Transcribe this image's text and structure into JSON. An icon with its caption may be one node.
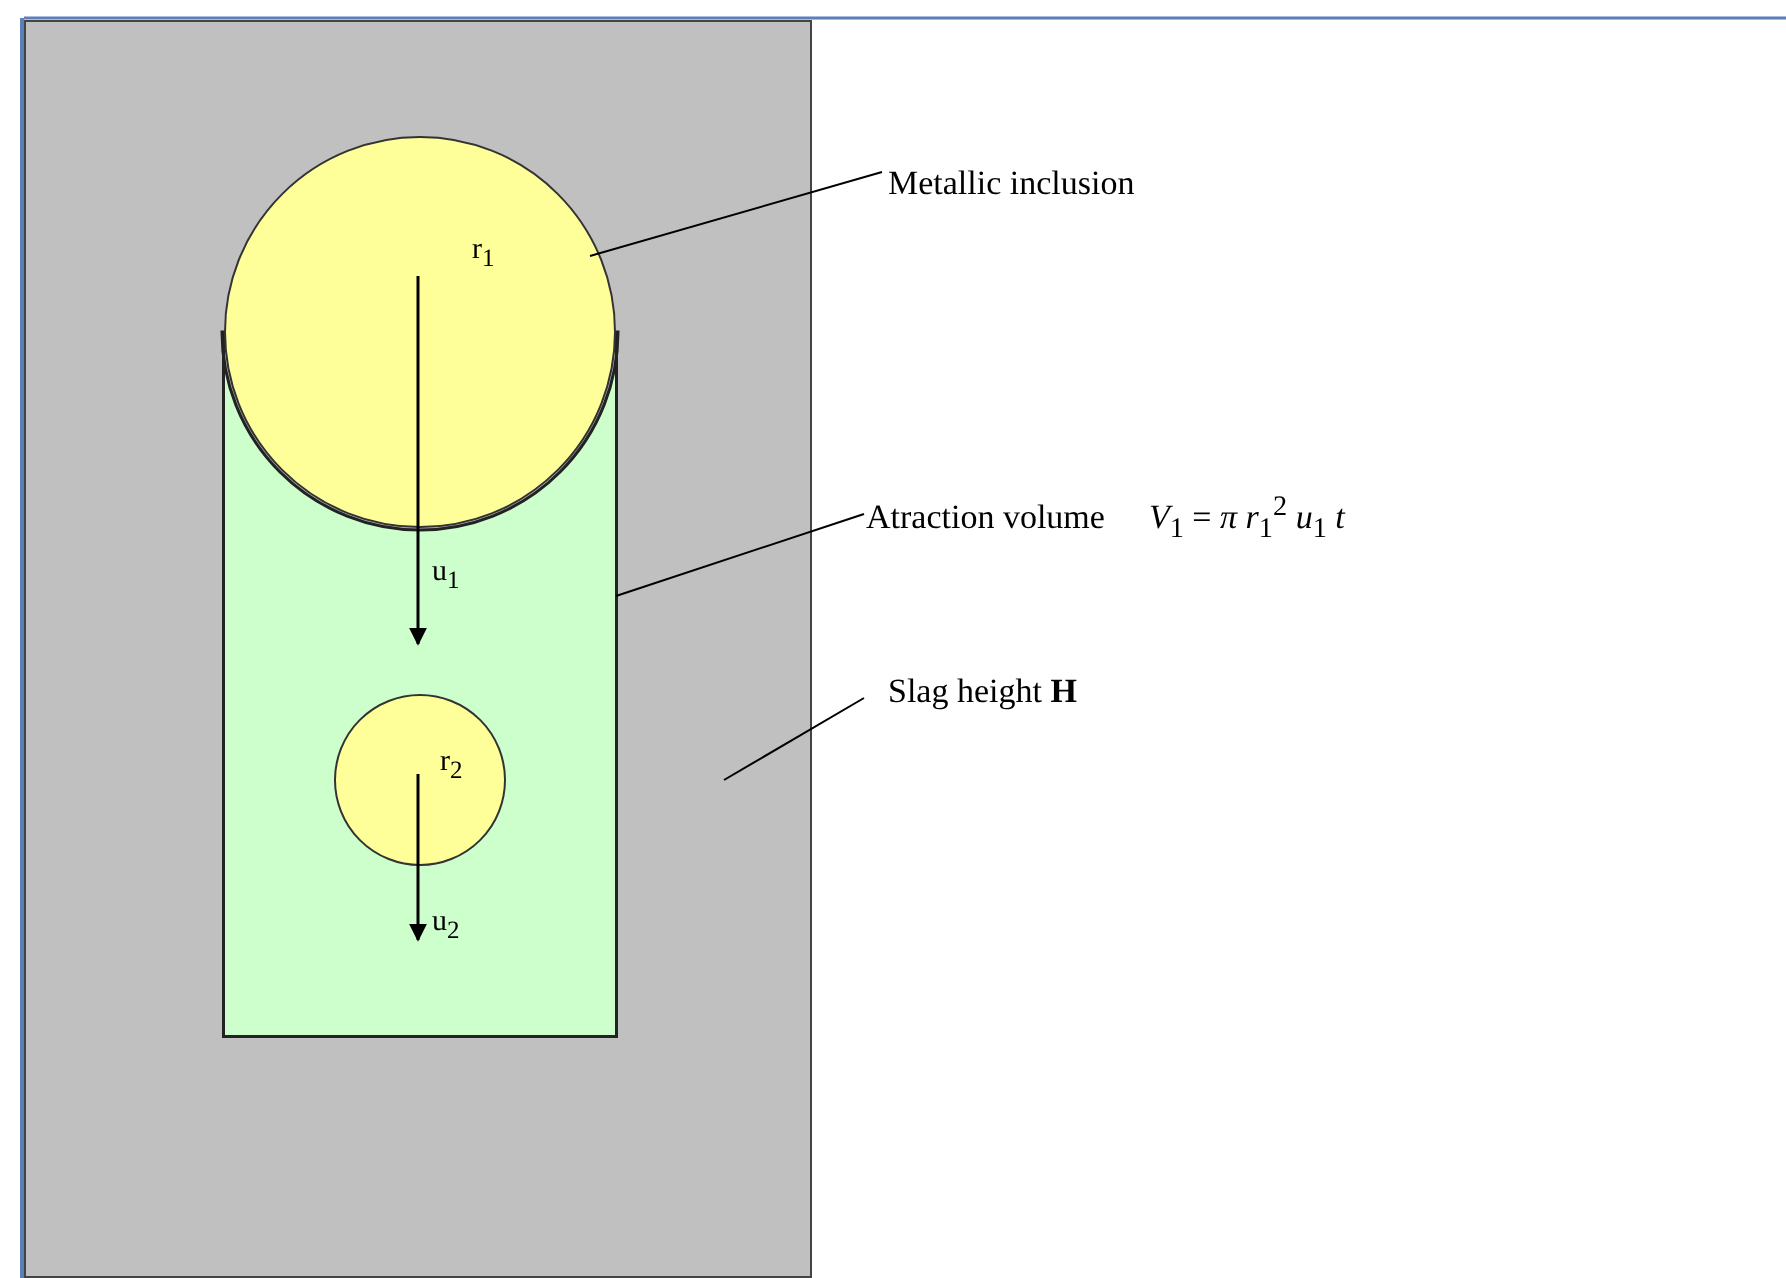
{
  "diagram": {
    "nodes": [
      {
        "text": [],
        "shape": "box"
      },
      {
        "text": [],
        "shape": "box",
        "in": 0
      },
      {
        "text": [],
        "shape": "circle",
        "in": 0
      },
      {
        "text": [],
        "shape": "circle",
        "in": 1
      },
      {
        "text": [
          "Metallic inclusion"
        ]
      },
      {
        "text": [
          "Atraction volume",
          "*V*$_{1}$ = *π r*$_{1}$$^{2}$ *u*$_{1}$ *t*"
        ]
      },
      {
        "text": [
          "Slag height **H**"
        ]
      }
    ],
    "edges": [
      {
        "from": 4,
        "to": 2,
        "arrow": "none"
      },
      {
        "from": 5,
        "to": 1,
        "arrow": "none"
      },
      {
        "from": 6,
        "to": 0,
        "arrow": "none"
      }
    ],
    "labels": [
      "r$_{1}$",
      "u$_{1}$",
      "r$_{2}$",
      "u$_{2}$"
    ]
  }
}
